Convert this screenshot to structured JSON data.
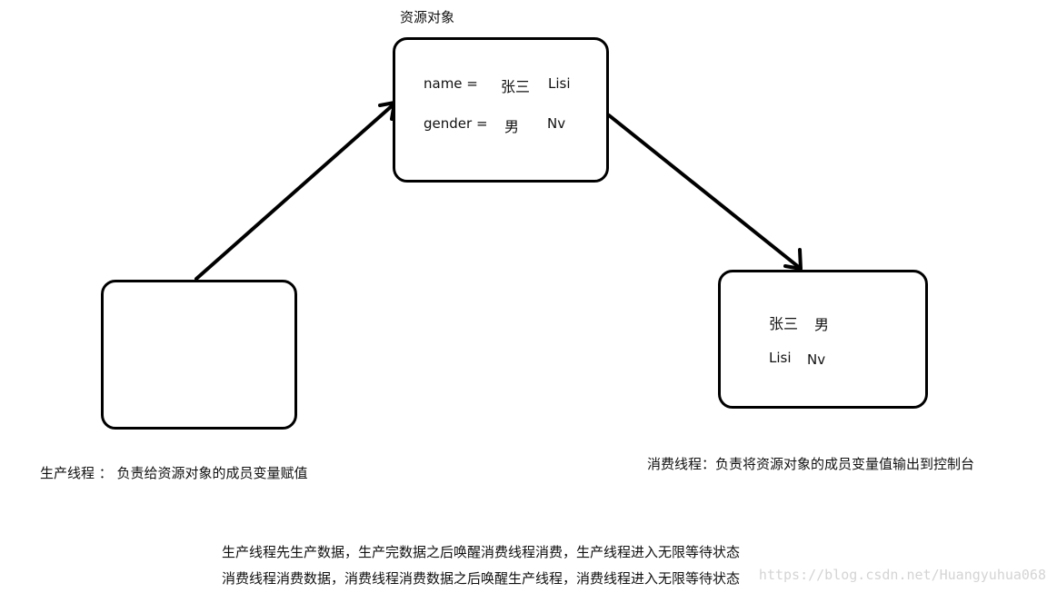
{
  "resource": {
    "title": "资源对象",
    "row1_key": "name =",
    "row1_old": "张三",
    "row1_new": "Lisi",
    "row2_key": "gender =",
    "row2_old": "男",
    "row2_new": "Nv"
  },
  "consumer_box": {
    "line1_name": "张三",
    "line1_gender": "男",
    "line2_name": "Lisi",
    "line2_gender": "Nv"
  },
  "producer_label": "生产线程 ： 负责给资源对象的成员变量赋值",
  "consumer_label": "消费线程：负责将资源对象的成员变量值输出到控制台",
  "notes": [
    "生产线程先生产数据，生产完数据之后唤醒消费线程消费，生产线程进入无限等待状态",
    "消费线程消费数据，消费线程消费数据之后唤醒生产线程，消费线程进入无限等待状态"
  ],
  "watermark": "https://blog.csdn.net/Huangyuhua068"
}
